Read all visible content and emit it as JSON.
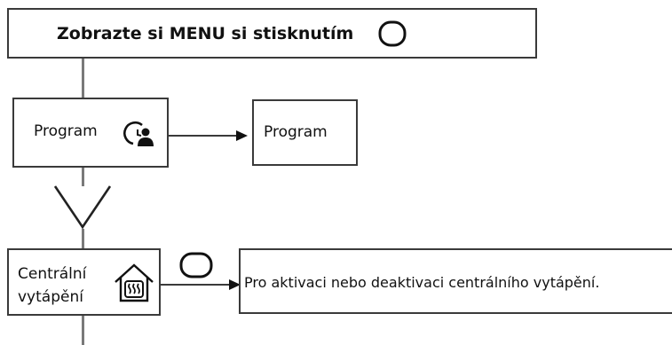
{
  "header": {
    "text": "Zobrazte si MENU si stisknutím",
    "button_icon": "round-button-icon"
  },
  "program_item": {
    "label": "Program",
    "icon": "program-clock-person-icon"
  },
  "program_target": {
    "label": "Program"
  },
  "navigation": {
    "down_icon": "chevron-down-icon"
  },
  "heating_item": {
    "label_line1": "Centrální",
    "label_line2": "vytápění",
    "icon": "house-heating-icon"
  },
  "heating_action": {
    "button_icon": "round-button-icon",
    "description": "Pro aktivaci nebo deaktivaci centrálního vytápění."
  },
  "colors": {
    "border": "#3a3a3a",
    "connector": "#7a7a7a",
    "text": "#111111"
  }
}
